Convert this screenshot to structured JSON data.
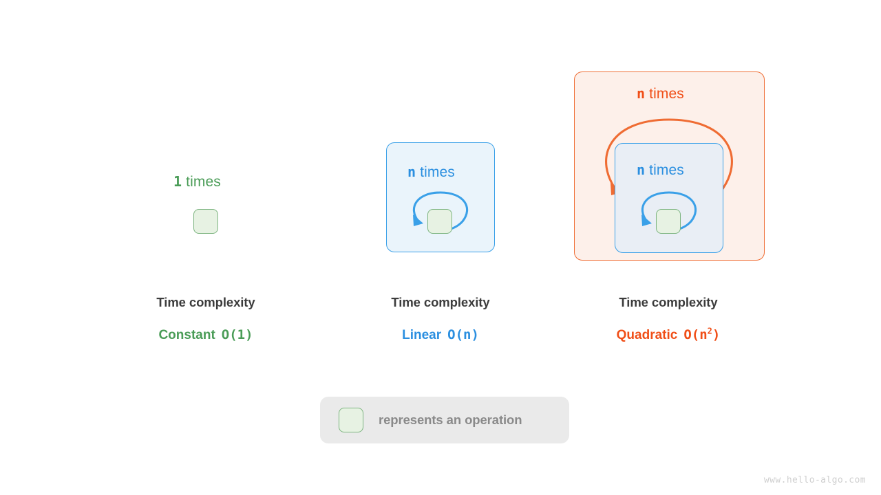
{
  "watermark": "www.hello-algo.com",
  "colors": {
    "constant": "#4a9c57",
    "linear": "#2b8fe0",
    "quadratic": "#f04e17",
    "operation_fill": "#e7f2e3",
    "operation_border": "#7cb47f",
    "linear_box_fill": "#eaf4fb",
    "quadratic_box_fill": "#fdf0ea",
    "legend_fill": "#eaeaea",
    "caption_title": "#3c3c3c",
    "legend_text": "#8a8a8a"
  },
  "panels": [
    {
      "id": "constant",
      "loop_count": "1",
      "loop_word": "times",
      "caption_title": "Time complexity",
      "complexity_name": "Constant",
      "complexity_bigo": "O(1)",
      "complexity_bigo_base": "O(1)",
      "complexity_bigo_exp": ""
    },
    {
      "id": "linear",
      "loop_count": "n",
      "loop_word": "times",
      "caption_title": "Time complexity",
      "complexity_name": "Linear",
      "complexity_bigo": "O(n)",
      "complexity_bigo_base": "O(n)",
      "complexity_bigo_exp": ""
    },
    {
      "id": "quadratic",
      "loop_count_outer": "n",
      "loop_word_outer": "times",
      "loop_count_inner": "n",
      "loop_word_inner": "times",
      "caption_title": "Time complexity",
      "complexity_name": "Quadratic",
      "complexity_bigo": "O(n2)",
      "complexity_bigo_base": "O(n",
      "complexity_bigo_exp": "2",
      "complexity_bigo_tail": ")"
    }
  ],
  "legend": {
    "text": "represents an operation"
  }
}
